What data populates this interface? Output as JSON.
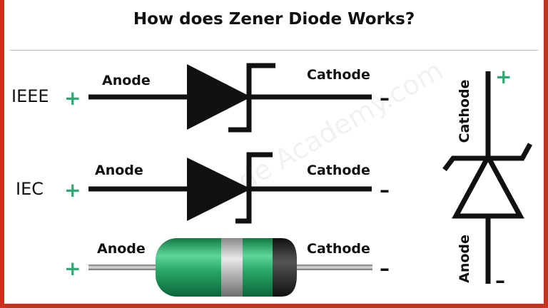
{
  "title": "How does Zener Diode Works?",
  "rows": [
    {
      "standard": "IEEE",
      "left_label": "Anode",
      "right_label": "Cathode",
      "left_sign": "+",
      "right_sign": "–"
    },
    {
      "standard": "IEC",
      "left_label": "Anode",
      "right_label": "Cathode",
      "left_sign": "+",
      "right_sign": "–"
    },
    {
      "standard": "",
      "left_label": "Anode",
      "right_label": "Cathode",
      "left_sign": "+",
      "right_sign": "–"
    }
  ],
  "vertical": {
    "top_label": "Cathode",
    "bottom_label": "Anode",
    "top_sign": "+",
    "bottom_sign": "–"
  },
  "watermark": "Diode Academy.com",
  "colors": {
    "border": "#c8321f",
    "plus": "#2eaa73",
    "body_green": "#2aa86a",
    "band_dark": "#222222"
  }
}
